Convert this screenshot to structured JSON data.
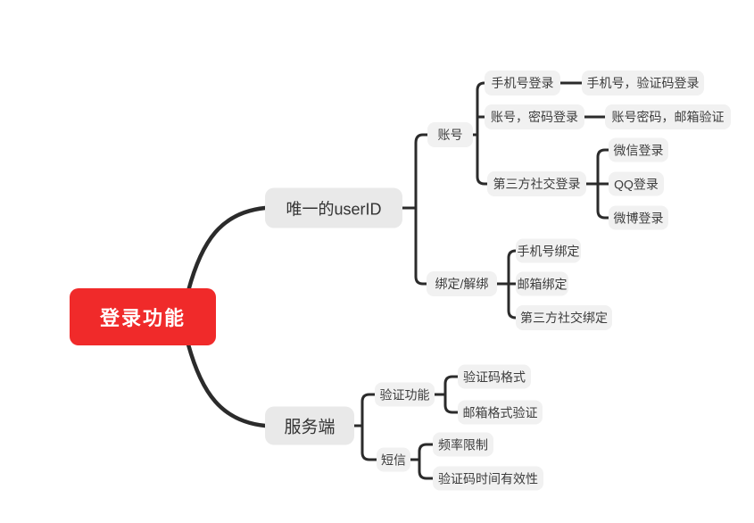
{
  "colors": {
    "root_bg": "#f02a2a",
    "root_text": "#ffffff",
    "branch_bg": "#e9e9e9",
    "leaf_bg": "#f1f1f1",
    "text": "#3d3d3d",
    "line": "#2b2b2b",
    "canvas_bg": "#ffffff"
  },
  "mindmap": {
    "root": {
      "label": "登录功能",
      "children": [
        {
          "label": "唯一的userID",
          "children": [
            {
              "label": "账号",
              "children": [
                {
                  "label": "手机号登录",
                  "children": [
                    {
                      "label": "手机号，验证码登录"
                    }
                  ]
                },
                {
                  "label": "账号，密码登录",
                  "children": [
                    {
                      "label": "账号密码，邮箱验证"
                    }
                  ]
                },
                {
                  "label": "第三方社交登录",
                  "children": [
                    {
                      "label": "微信登录"
                    },
                    {
                      "label": "QQ登录"
                    },
                    {
                      "label": "微博登录"
                    }
                  ]
                }
              ]
            },
            {
              "label": "绑定/解绑",
              "children": [
                {
                  "label": "手机号绑定"
                },
                {
                  "label": "邮箱绑定"
                },
                {
                  "label": "第三方社交绑定"
                }
              ]
            }
          ]
        },
        {
          "label": "服务端",
          "children": [
            {
              "label": "验证功能",
              "children": [
                {
                  "label": "验证码格式"
                },
                {
                  "label": "邮箱格式验证"
                }
              ]
            },
            {
              "label": "短信",
              "children": [
                {
                  "label": "频率限制"
                },
                {
                  "label": "验证码时间有效性"
                }
              ]
            }
          ]
        }
      ]
    }
  }
}
